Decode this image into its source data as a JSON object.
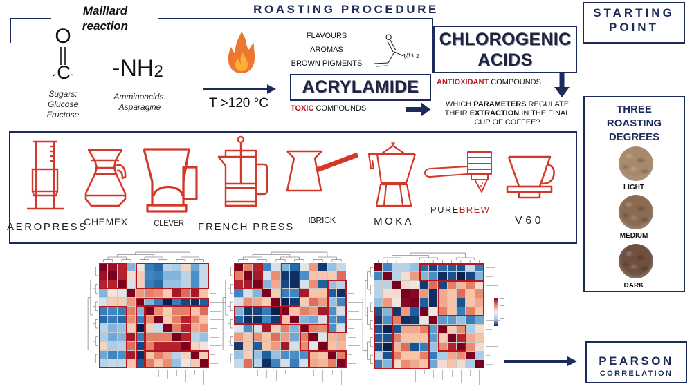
{
  "header": {
    "title": "ROASTING PROCEDURE"
  },
  "maillard": {
    "title_line1": "Maillard",
    "title_line2": "reaction",
    "carbonyl_o": "O",
    "carbonyl_c": "C",
    "amine": "-NH",
    "amine_sub": "2",
    "sugars": [
      "Sugars:",
      "Glucose",
      "Fructose"
    ],
    "amino": [
      "Amminoacids:",
      "Asparagine"
    ]
  },
  "heat": {
    "icon": "flame-icon",
    "label": "T >120 °C"
  },
  "products": [
    "FLAVOURS",
    "AROMAS",
    "BROWN PIGMENTS"
  ],
  "acrylamide": {
    "label": "ACRYLAMIDE",
    "structure_o": "O",
    "structure_nh": "NH",
    "structure_sub": "2",
    "note_highlight": "TOXIC",
    "note_rest": " COMPOUNDS"
  },
  "chlorogenic": {
    "line1": "CHLOROGENIC",
    "line2": "ACIDS",
    "note_highlight": "ANTIOXIDANT",
    "note_rest": " COMPOUNDS"
  },
  "question": {
    "l1_a": "WHICH ",
    "l1_b": "PARAMETERS",
    "l1_c": " REGULATE",
    "l2_a": "THEIR ",
    "l2_b": "EXTRACTION",
    "l2_c": " IN THE FINAL",
    "l3": "CUP OF COFFEE?"
  },
  "starting_point": {
    "line1": "STARTING",
    "line2": "POINT"
  },
  "roasting_degrees": {
    "title": [
      "THREE",
      "ROASTING",
      "DEGREES"
    ],
    "levels": [
      {
        "label": "LIGHT",
        "color": "#a8896b"
      },
      {
        "label": "MEDIUM",
        "color": "#8b6a52"
      },
      {
        "label": "DARK",
        "color": "#6f4f3d"
      }
    ]
  },
  "brew_methods": [
    {
      "name": "AEROPRESS",
      "icon": "aeropress-icon"
    },
    {
      "name": "CHEMEX",
      "icon": "chemex-icon"
    },
    {
      "name": "CLEVER",
      "icon": "clever-icon"
    },
    {
      "name": "FRENCH PRESS",
      "icon": "french-press-icon"
    },
    {
      "name": "IBRICK",
      "icon": "ibrick-icon"
    },
    {
      "name": "MOKA",
      "icon": "moka-icon"
    },
    {
      "name_a": "PURE",
      "name_b": "BREW",
      "icon": "purebrew-icon"
    },
    {
      "name": "V60",
      "icon": "v60-icon"
    }
  ],
  "pearson": {
    "line1": "PEARSON",
    "line2": "CORRELATION"
  },
  "colors": {
    "navy": "#1c2b5a",
    "icon_red": "#d2392b",
    "highlight_red": "#b3151e",
    "cluster_box_red": "#b5161f",
    "flame_outer": "#ee7633",
    "flame_inner": "#f9b233"
  },
  "chart_data": [
    {
      "type": "heatmap",
      "title": "",
      "colorscale": "RdBu (red = +1, blue = -1)",
      "vmin": -1,
      "vmax": 1,
      "dendrograms": true,
      "values": [
        [
          1.0,
          0.9,
          0.8,
          -0.35,
          0.05,
          -0.6,
          -0.7,
          -0.2,
          -0.25,
          0.15,
          -0.4,
          -0.15
        ],
        [
          0.9,
          1.0,
          0.8,
          0.1,
          0.2,
          -0.55,
          -0.6,
          -0.35,
          -0.35,
          -0.2,
          -0.5,
          -0.15
        ],
        [
          0.8,
          0.8,
          1.0,
          -0.1,
          0.2,
          -0.6,
          -0.7,
          -0.3,
          -0.3,
          -0.2,
          -0.5,
          -0.15
        ],
        [
          -0.35,
          0.05,
          -0.05,
          1.0,
          0.4,
          0.5,
          0.45,
          0.2,
          0.85,
          0.55,
          0.85,
          0.25
        ],
        [
          -0.1,
          0.2,
          0.2,
          0.4,
          1.0,
          -0.35,
          -0.6,
          -1.0,
          -0.6,
          -0.85,
          -0.95,
          -0.75
        ],
        [
          -0.6,
          -0.55,
          -0.6,
          0.5,
          -0.35,
          1.0,
          0.45,
          0.2,
          0.5,
          0.5,
          0.25,
          0.55
        ],
        [
          -0.7,
          -0.6,
          -0.7,
          0.45,
          -0.6,
          0.45,
          1.0,
          0.2,
          0.5,
          0.8,
          0.5,
          0.25
        ],
        [
          -0.2,
          -0.35,
          -0.3,
          0.2,
          -1.0,
          0.2,
          -0.15,
          1.0,
          0.5,
          0.8,
          0.35,
          0.45
        ],
        [
          -0.25,
          -0.4,
          -0.35,
          0.85,
          -0.6,
          0.5,
          0.5,
          0.5,
          1.0,
          0.8,
          -0.2,
          -0.3
        ],
        [
          0.15,
          -0.25,
          -0.2,
          0.55,
          -0.85,
          0.5,
          0.8,
          0.8,
          0.8,
          1.0,
          0.15,
          0.05
        ],
        [
          -0.4,
          -0.55,
          -0.5,
          0.85,
          -0.95,
          0.25,
          0.5,
          0.35,
          -0.2,
          0.15,
          1.0,
          0.2
        ],
        [
          -0.2,
          -0.15,
          -0.15,
          0.25,
          -0.75,
          0.5,
          0.25,
          0.45,
          -0.3,
          0.05,
          0.2,
          1.0
        ]
      ],
      "cluster_boxes": [
        {
          "rows": [
            1,
            3
          ],
          "cols": [
            1,
            3
          ]
        },
        {
          "rows": [
            1,
            3
          ],
          "cols": [
            5,
            12
          ]
        },
        {
          "rows": [
            5,
            5
          ],
          "cols": [
            5,
            12
          ]
        },
        {
          "rows": [
            6,
            12
          ],
          "cols": [
            1,
            3
          ]
        },
        {
          "rows": [
            6,
            12
          ],
          "cols": [
            5,
            5
          ]
        },
        {
          "rows": [
            6,
            10
          ],
          "cols": [
            6,
            10
          ]
        },
        {
          "rows": [
            11,
            12
          ],
          "cols": [
            6,
            12
          ]
        }
      ]
    },
    {
      "type": "heatmap",
      "title": "",
      "colorscale": "RdBu (red = +1, blue = -1)",
      "vmin": -1,
      "vmax": 1,
      "dendrograms": true,
      "values": [
        [
          1.0,
          0.5,
          0.8,
          -0.55,
          -0.1,
          -0.35,
          -0.7,
          -0.05,
          0.4,
          -0.9,
          -0.3,
          -0.15
        ],
        [
          0.5,
          1.0,
          0.85,
          -0.1,
          0.45,
          -0.9,
          -0.95,
          -0.5,
          0.25,
          0.25,
          0.2,
          0.55
        ],
        [
          0.8,
          0.85,
          1.0,
          -0.35,
          0.35,
          -0.85,
          -0.95,
          -0.1,
          0.45,
          -0.75,
          -0.3,
          -0.2
        ],
        [
          -0.55,
          -0.1,
          -0.35,
          1.0,
          0.2,
          -0.6,
          -0.55,
          0.85,
          0.25,
          0.25,
          -0.75,
          -0.95
        ],
        [
          -0.1,
          0.45,
          0.35,
          0.2,
          1.0,
          -1.0,
          -0.9,
          0.2,
          0.55,
          0.4,
          -0.3,
          -0.55
        ],
        [
          -0.35,
          -0.9,
          -0.85,
          -0.6,
          -1.0,
          1.0,
          0.25,
          0.5,
          0.4,
          0.85,
          -0.5,
          -0.1
        ],
        [
          -0.7,
          -0.95,
          -0.95,
          -0.55,
          -0.9,
          0.25,
          1.0,
          -0.35,
          -0.4,
          -0.1,
          -0.5,
          -0.6
        ],
        [
          -0.05,
          -0.5,
          -0.1,
          0.85,
          0.2,
          0.5,
          -0.35,
          1.0,
          0.5,
          0.45,
          -0.5,
          -0.1
        ],
        [
          0.4,
          0.25,
          0.45,
          0.25,
          0.55,
          0.4,
          -0.4,
          0.5,
          1.0,
          -0.05,
          0.3,
          0.35
        ],
        [
          -0.9,
          0.25,
          -0.75,
          0.25,
          0.4,
          0.85,
          -0.1,
          0.45,
          -0.05,
          1.0,
          0.25,
          0.3
        ],
        [
          -0.3,
          0.2,
          -0.3,
          -0.75,
          -0.3,
          -0.5,
          -0.5,
          -0.5,
          0.3,
          0.25,
          1.0,
          0.5
        ],
        [
          -0.15,
          0.55,
          -0.2,
          -0.95,
          -0.55,
          -0.1,
          -0.6,
          -0.1,
          0.35,
          0.3,
          0.5,
          1.0
        ]
      ],
      "cluster_boxes": [
        {
          "rows": [
            1,
            3
          ],
          "cols": [
            1,
            3
          ]
        },
        {
          "rows": [
            1,
            5
          ],
          "cols": [
            6,
            7
          ]
        },
        {
          "rows": [
            6,
            7
          ],
          "cols": [
            1,
            5
          ]
        },
        {
          "rows": [
            3,
            8
          ],
          "cols": [
            11,
            12
          ]
        },
        {
          "rows": [
            8,
            12
          ],
          "cols": [
            3,
            8
          ]
        },
        {
          "rows": [
            8,
            10
          ],
          "cols": [
            8,
            10
          ]
        },
        {
          "rows": [
            11,
            12
          ],
          "cols": [
            9,
            12
          ]
        }
      ]
    },
    {
      "type": "heatmap",
      "title": "",
      "colorscale": "RdBu (red = +1, blue = -1)",
      "vmin": -1,
      "vmax": 1,
      "dendrograms": true,
      "colorbar": {
        "shown": true,
        "range": [
          -1,
          1
        ]
      },
      "values": [
        [
          1.0,
          -0.55,
          -0.2,
          -0.2,
          -0.3,
          -0.7,
          -0.85,
          -0.7,
          -0.75,
          -0.8,
          -0.15,
          -0.6
        ],
        [
          -0.55,
          1.0,
          -0.2,
          0.1,
          0.4,
          -0.35,
          -0.5,
          -0.95,
          -0.8,
          -1.0,
          -0.85,
          -0.35
        ],
        [
          -0.2,
          -0.2,
          1.0,
          0.1,
          0.05,
          -0.9,
          0.55,
          -0.85,
          0.5,
          0.3,
          0.5,
          0.1
        ],
        [
          -0.2,
          0.1,
          0.1,
          1.0,
          0.95,
          0.4,
          -0.95,
          0.35,
          0.25,
          0.55,
          0.25,
          0.45
        ],
        [
          -0.3,
          0.4,
          0.05,
          0.95,
          1.0,
          -0.75,
          -0.95,
          0.35,
          0.25,
          -0.8,
          0.25,
          0.35
        ],
        [
          -0.8,
          -0.35,
          -0.9,
          0.4,
          -0.75,
          1.0,
          0.05,
          0.5,
          0.25,
          -0.6,
          0.5,
          0.25
        ],
        [
          -0.9,
          -0.5,
          0.5,
          -0.95,
          -0.9,
          0.05,
          1.0,
          -0.45,
          -0.45,
          -0.3,
          -0.6,
          -0.4
        ],
        [
          -0.8,
          -1.0,
          -0.8,
          0.35,
          0.35,
          0.5,
          -0.45,
          1.0,
          0.2,
          0.45,
          -0.25,
          0.1
        ],
        [
          -0.75,
          -0.8,
          0.5,
          0.25,
          0.25,
          0.25,
          -0.45,
          0.2,
          1.0,
          0.8,
          0.35,
          0.25
        ],
        [
          -0.85,
          -1.0,
          0.3,
          0.55,
          -0.8,
          -0.6,
          -0.3,
          0.45,
          0.8,
          1.0,
          0.45,
          0.1
        ],
        [
          -0.15,
          -0.8,
          0.5,
          0.25,
          0.25,
          0.5,
          -0.6,
          -0.25,
          0.35,
          0.45,
          1.0,
          -0.25
        ],
        [
          -0.6,
          -0.35,
          0.1,
          0.45,
          0.35,
          0.25,
          -0.4,
          0.1,
          0.25,
          0.1,
          -0.25,
          1.0
        ]
      ],
      "cluster_boxes": [
        {
          "rows": [
            1,
            2
          ],
          "cols": [
            6,
            12
          ]
        },
        {
          "rows": [
            3,
            6
          ],
          "cols": [
            8,
            12
          ]
        },
        {
          "rows": [
            6,
            12
          ],
          "cols": [
            1,
            2
          ]
        },
        {
          "rows": [
            8,
            12
          ],
          "cols": [
            3,
            6
          ]
        },
        {
          "rows": [
            8,
            10
          ],
          "cols": [
            8,
            10
          ]
        }
      ]
    }
  ]
}
